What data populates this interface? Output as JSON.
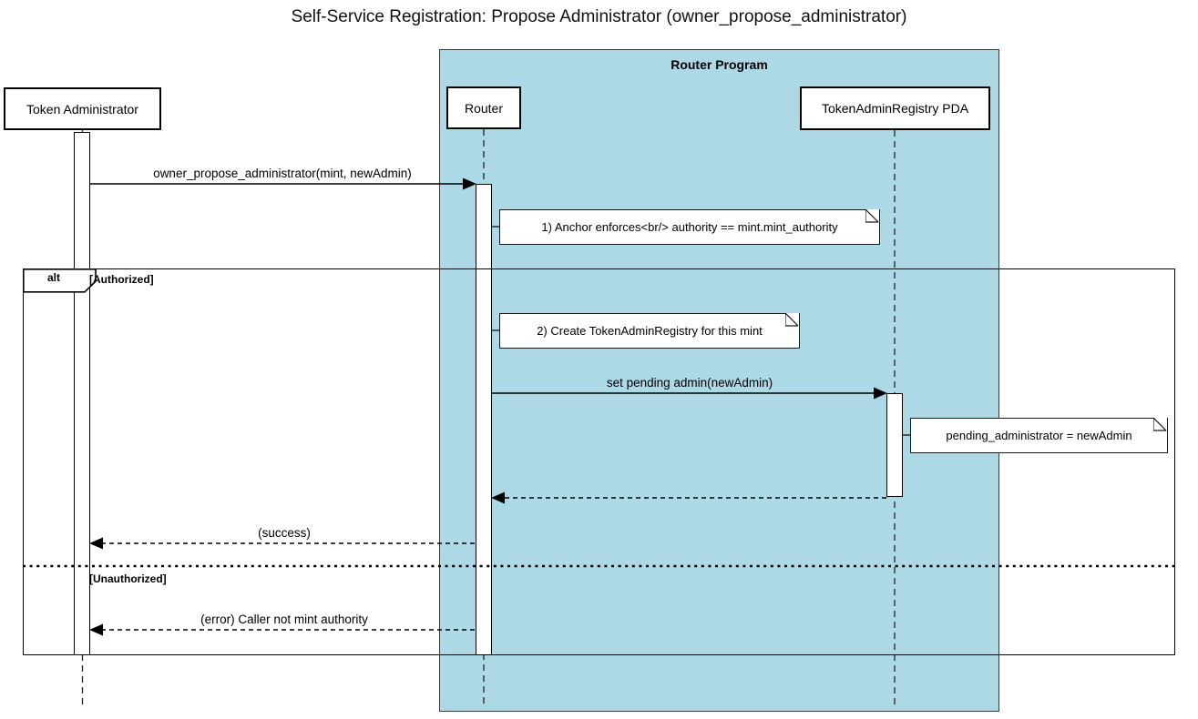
{
  "diagram": {
    "type": "sequence",
    "title": "Self-Service Registration: Propose Administrator (owner_propose_administrator)",
    "colors": {
      "container_fill": "#ADD8E6",
      "participant_fill": "#FFFFFF",
      "line": "#000000"
    },
    "container": {
      "label": "Router Program"
    },
    "participants": [
      {
        "id": "token-admin",
        "label": "Token Administrator"
      },
      {
        "id": "router",
        "label": "Router",
        "group": "Router Program"
      },
      {
        "id": "registry-pda",
        "label": "TokenAdminRegistry PDA",
        "group": "Router Program"
      }
    ],
    "messages": [
      {
        "from": "Token Administrator",
        "to": "Router",
        "label": "owner_propose_administrator(mint, newAdmin)",
        "style": "solid"
      },
      {
        "from": "Router",
        "to": "TokenAdminRegistry PDA",
        "label": "set pending admin(newAdmin)",
        "style": "solid"
      },
      {
        "from": "TokenAdminRegistry PDA",
        "to": "Router",
        "label": "",
        "style": "dashed-return"
      },
      {
        "from": "Router",
        "to": "Token Administrator",
        "label": "(success)",
        "style": "dashed-return"
      },
      {
        "from": "Router",
        "to": "Token Administrator",
        "label": "(error) Caller not mint authority",
        "style": "dashed-return"
      }
    ],
    "notes": [
      {
        "anchor": "Router",
        "label": "1) Anchor enforces<br/> authority == mint.mint_authority"
      },
      {
        "anchor": "Router",
        "label": "2) Create TokenAdminRegistry for this mint"
      },
      {
        "anchor": "TokenAdminRegistry PDA",
        "label": "pending_administrator = newAdmin"
      }
    ],
    "alt_frame": {
      "operator": "alt",
      "branches": [
        "[Authorized]",
        "[Unauthorized]"
      ]
    }
  }
}
